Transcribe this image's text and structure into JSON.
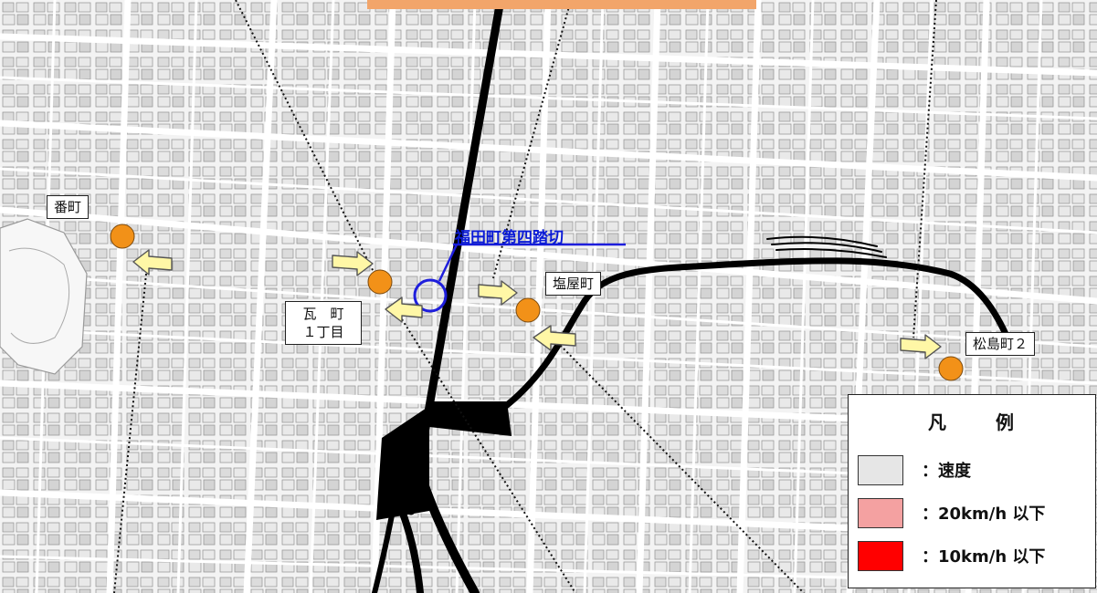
{
  "labels": {
    "bancho": "番町",
    "kawaramachi_line1": "瓦　町",
    "kawaramachi_line2": "１丁目",
    "shioyamachi": "塩屋町",
    "matsushimacho": "松島町２"
  },
  "crossing_label": "福田町第四踏切",
  "legend": {
    "title_left": "凡",
    "title_right": "例",
    "items": [
      {
        "label": "：速度",
        "color": "#e6e6e6"
      },
      {
        "label": "：20km/h 以下",
        "color": "#f4a1a1"
      },
      {
        "label": "：10km/h 以下",
        "color": "#ff0000"
      }
    ]
  },
  "colors": {
    "survey_point": "#f29118",
    "arrow_fill": "#fff7a6",
    "crossing_ring": "#1e1edc",
    "rail": "#000000",
    "top_bar": "#f2a56a"
  }
}
